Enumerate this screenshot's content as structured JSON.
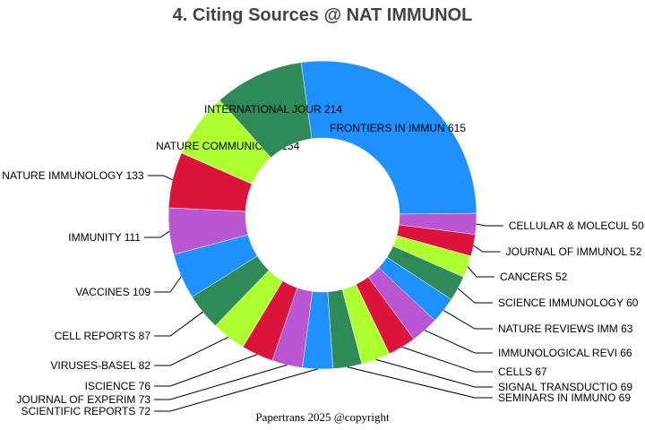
{
  "chart_data": {
    "type": "pie",
    "title": "4. Citing Sources @ NAT IMMUNOL",
    "slices": [
      {
        "label": "FRONTIERS IN IMMUN",
        "value": 615,
        "color": "#1e90ff"
      },
      {
        "label": "CELLULAR & MOLECUL",
        "value": 50,
        "color": "#ba55d3"
      },
      {
        "label": "JOURNAL OF IMMUNOL",
        "value": 52,
        "color": "#dc143c"
      },
      {
        "label": "CANCERS",
        "value": 52,
        "color": "#adff2f"
      },
      {
        "label": "SCIENCE IMMUNOLOGY",
        "value": 60,
        "color": "#2e8b57"
      },
      {
        "label": "NATURE REVIEWS IMM",
        "value": 63,
        "color": "#1e90ff"
      },
      {
        "label": "IMMUNOLOGICAL REVI",
        "value": 66,
        "color": "#ba55d3"
      },
      {
        "label": "CELLS",
        "value": 67,
        "color": "#dc143c"
      },
      {
        "label": "SIGNAL TRANSDUCTIO",
        "value": 69,
        "color": "#adff2f"
      },
      {
        "label": "SEMINARS IN IMMUNO",
        "value": 69,
        "color": "#2e8b57"
      },
      {
        "label": "SCIENTIFIC REPORTS",
        "value": 72,
        "color": "#1e90ff"
      },
      {
        "label": "JOURNAL OF EXPERIM",
        "value": 73,
        "color": "#ba55d3"
      },
      {
        "label": "ISCIENCE",
        "value": 76,
        "color": "#dc143c"
      },
      {
        "label": "VIRUSES-BASEL",
        "value": 82,
        "color": "#adff2f"
      },
      {
        "label": "CELL REPORTS",
        "value": 87,
        "color": "#2e8b57"
      },
      {
        "label": "VACCINES",
        "value": 109,
        "color": "#1e90ff"
      },
      {
        "label": "IMMUNITY",
        "value": 111,
        "color": "#ba55d3"
      },
      {
        "label": "NATURE IMMUNOLOGY",
        "value": 133,
        "color": "#dc143c"
      },
      {
        "label": "NATURE COMMUNICATI",
        "value": 154,
        "color": "#adff2f"
      },
      {
        "label": "INTERNATIONAL JOUR",
        "value": 214,
        "color": "#2e8b57"
      }
    ]
  },
  "footer": {
    "credit": "Papertrans 2025 @copyright"
  }
}
